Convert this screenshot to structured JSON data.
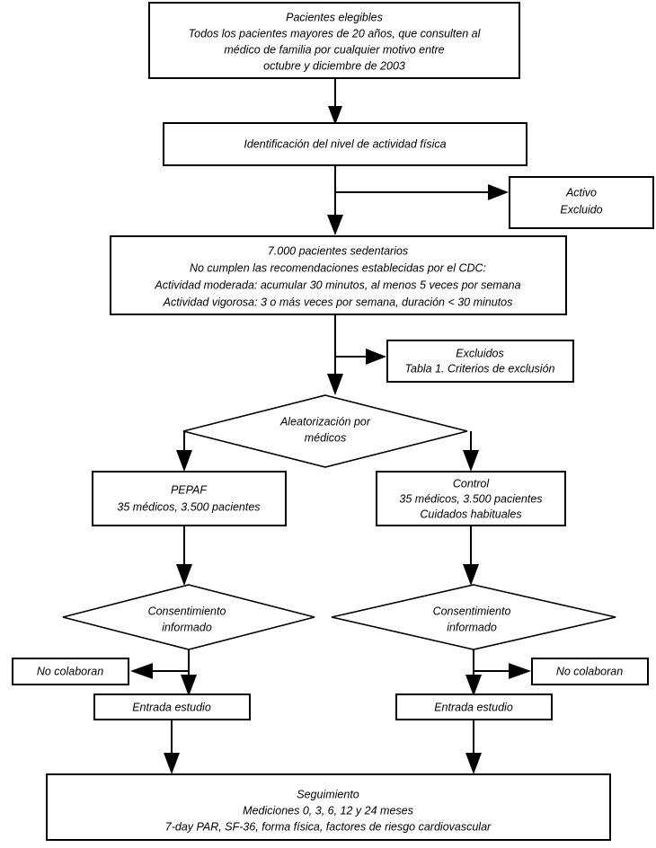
{
  "diagram": {
    "title": "Diagrama de flujo del estudio PEPAF",
    "language": "es",
    "colors": {
      "background": "#ffffff",
      "stroke": "#000000",
      "text": "#000000"
    },
    "nodes": {
      "eligible": {
        "shape": "rect",
        "lines": [
          "Pacientes elegibles",
          "Todos los pacientes mayores de 20 años, que consulten al",
          "médico de familia por cualquier motivo entre",
          "octubre y diciembre de 2003"
        ]
      },
      "identification": {
        "shape": "rect",
        "lines": [
          "Identificación del nivel de actividad física"
        ]
      },
      "active_excluded": {
        "shape": "rect",
        "lines": [
          "Activo",
          "Excluido"
        ]
      },
      "sedentary": {
        "shape": "rect",
        "lines": [
          "7.000 pacientes sedentarios",
          "No cumplen las recomendaciones establecidas por el CDC:",
          "Actividad moderada: acumular 30 minutos, al menos 5 veces por semana",
          "Actividad vigorosa: 3 o más veces por semana, duración < 30 minutos"
        ]
      },
      "excluded_table": {
        "shape": "rect",
        "lines": [
          "Excluidos",
          "Tabla 1. Criterios de exclusión"
        ]
      },
      "randomization": {
        "shape": "diamond",
        "lines": [
          "Aleatorización por",
          "médicos"
        ]
      },
      "pepaf": {
        "shape": "rect",
        "lines": [
          "PEPAF",
          "35 médicos, 3.500 pacientes"
        ]
      },
      "control": {
        "shape": "rect",
        "lines": [
          "Control",
          "35 médicos, 3.500 pacientes",
          "Cuidados habituales"
        ]
      },
      "consent_left": {
        "shape": "diamond",
        "lines": [
          "Consentimiento",
          "informado"
        ]
      },
      "consent_right": {
        "shape": "diamond",
        "lines": [
          "Consentimiento",
          "informado"
        ]
      },
      "no_collab_left": {
        "shape": "rect",
        "lines": [
          "No colaboran"
        ]
      },
      "no_collab_right": {
        "shape": "rect",
        "lines": [
          "No colaboran"
        ]
      },
      "entry_left": {
        "shape": "rect",
        "lines": [
          "Entrada estudio"
        ]
      },
      "entry_right": {
        "shape": "rect",
        "lines": [
          "Entrada estudio"
        ]
      },
      "followup": {
        "shape": "rect",
        "lines": [
          "Seguimiento",
          "Mediciones 0, 3, 6, 12 y 24 meses",
          "7-day PAR, SF-36, forma física, factores de riesgo cardiovascular"
        ]
      }
    }
  }
}
